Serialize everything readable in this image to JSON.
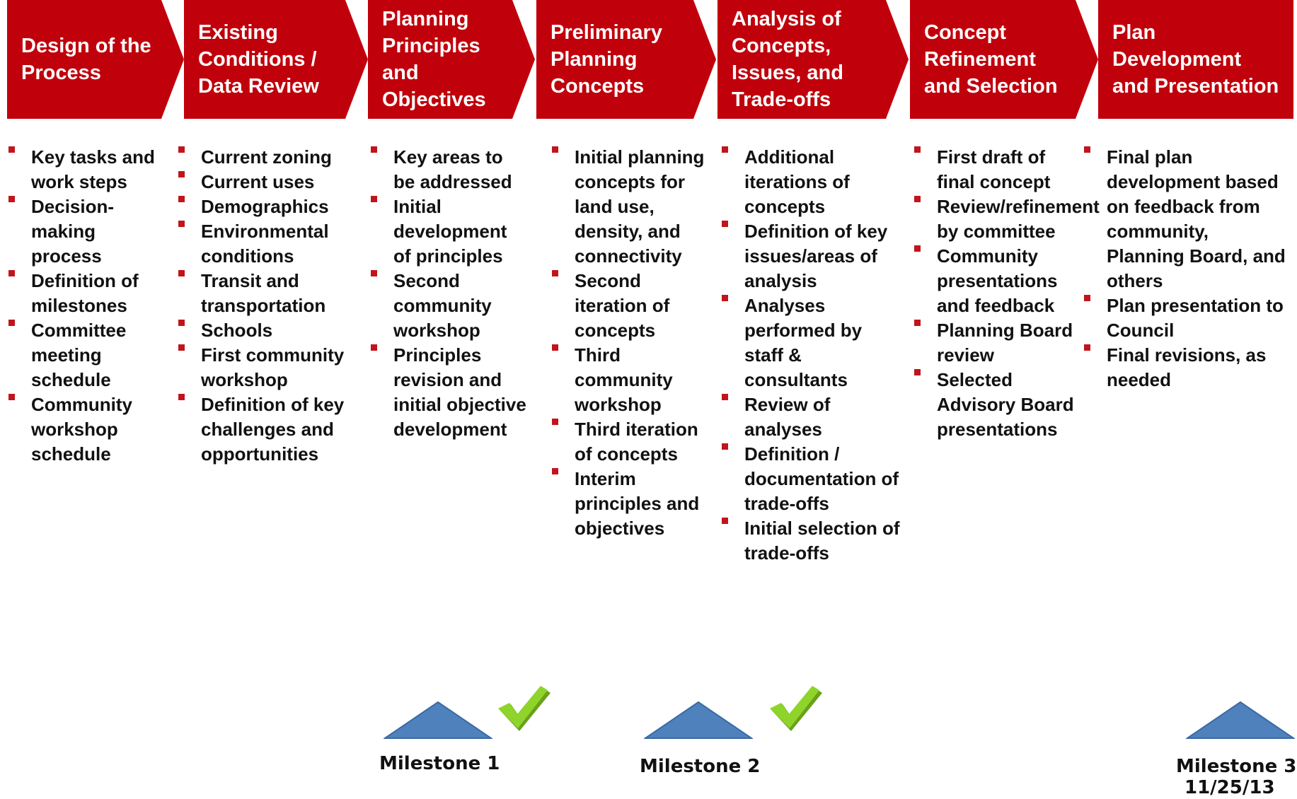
{
  "colors": {
    "stage_red": "#c0000b",
    "bullet_red": "#c0151c",
    "milestone_blue": "#4f81bd",
    "check_green": "#7dc21e"
  },
  "stages": [
    {
      "title": "Design of the Process",
      "items": [
        "Key tasks and work steps",
        "Decision-making process",
        "Definition of milestones",
        "Committee meeting schedule",
        "Community workshop schedule"
      ]
    },
    {
      "title": "Existing Conditions / Data Review",
      "items": [
        "Current zoning",
        "Current uses",
        "Demographics",
        "Environmental conditions",
        "Transit and transportation",
        "Schools",
        "First community workshop",
        "Definition of key challenges and opportunities"
      ]
    },
    {
      "title": "Planning Principles and Objectives",
      "items": [
        "Key areas to be addressed",
        "Initial development of principles",
        "Second community workshop",
        "Principles revision and initial objective development"
      ]
    },
    {
      "title": "Preliminary Planning Concepts",
      "items": [
        "Initial planning concepts for land use, density, and connectivity",
        "Second iteration of concepts",
        "Third community workshop",
        "Third iteration of concepts",
        "Interim principles and objectives"
      ]
    },
    {
      "title": "Analysis of Concepts, Issues, and Trade-offs",
      "items": [
        "Additional iterations of concepts",
        "Definition of key issues/areas of analysis",
        "Analyses performed by staff & consultants",
        "Review of analyses",
        "Definition / documentation of trade-offs",
        "Initial selection of trade-offs"
      ]
    },
    {
      "title": "Concept Refinement and Selection",
      "items": [
        "First draft of final concept",
        "Review/refinement by committee",
        "Community presentations and feedback",
        "Planning Board review",
        "Selected Advisory Board presentations"
      ]
    },
    {
      "title": "Plan Development and Presentation",
      "items": [
        "Final plan development based on feedback from community, Planning Board, and others",
        "Plan presentation to Council",
        "Final revisions, as needed"
      ]
    }
  ],
  "milestones": [
    {
      "label": "Milestone 1",
      "date": "",
      "completed": true
    },
    {
      "label": "Milestone 2",
      "date": "",
      "completed": true
    },
    {
      "label": "Milestone 3",
      "date": "11/25/13",
      "completed": false
    }
  ]
}
